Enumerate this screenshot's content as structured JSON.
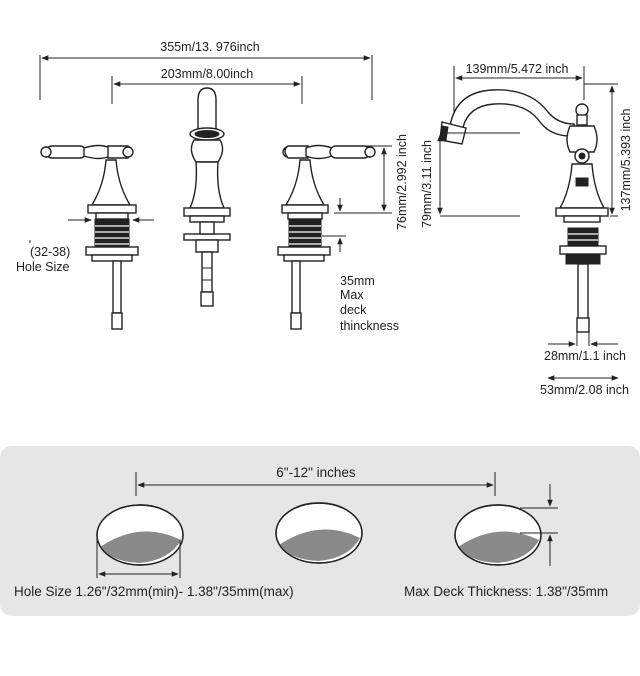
{
  "top_dimensions": {
    "overall_span": "355m/13. 976inch",
    "center_spacing": "203mm/8.00inch",
    "spout_reach": "139mm/5.472 inch",
    "handle_height": "76mm/2.992 inch",
    "spout_height_low": "79mm/3.11 inch",
    "spout_height_total": "137mm/5.393 inch",
    "hole_size_range": "(32-38)",
    "hole_size_label": "Hole Size",
    "deck_thickness_lines": [
      "35mm",
      "Max",
      "deck",
      "thinckness"
    ],
    "shank_diameter": "28mm/1.1 inch",
    "flange_diameter": "53mm/2.08 inch"
  },
  "bottom_panel": {
    "spacing_label": "6\"-12\" inches",
    "hole_size_text": "Hole Size 1.26\"/32mm(min)- 1.38\"/35mm(max)",
    "max_deck_text": "Max Deck Thickness: 1.38\"/35mm",
    "panel_color": "#e6e6e6",
    "hole_fill_color": "#8a8a8a"
  }
}
